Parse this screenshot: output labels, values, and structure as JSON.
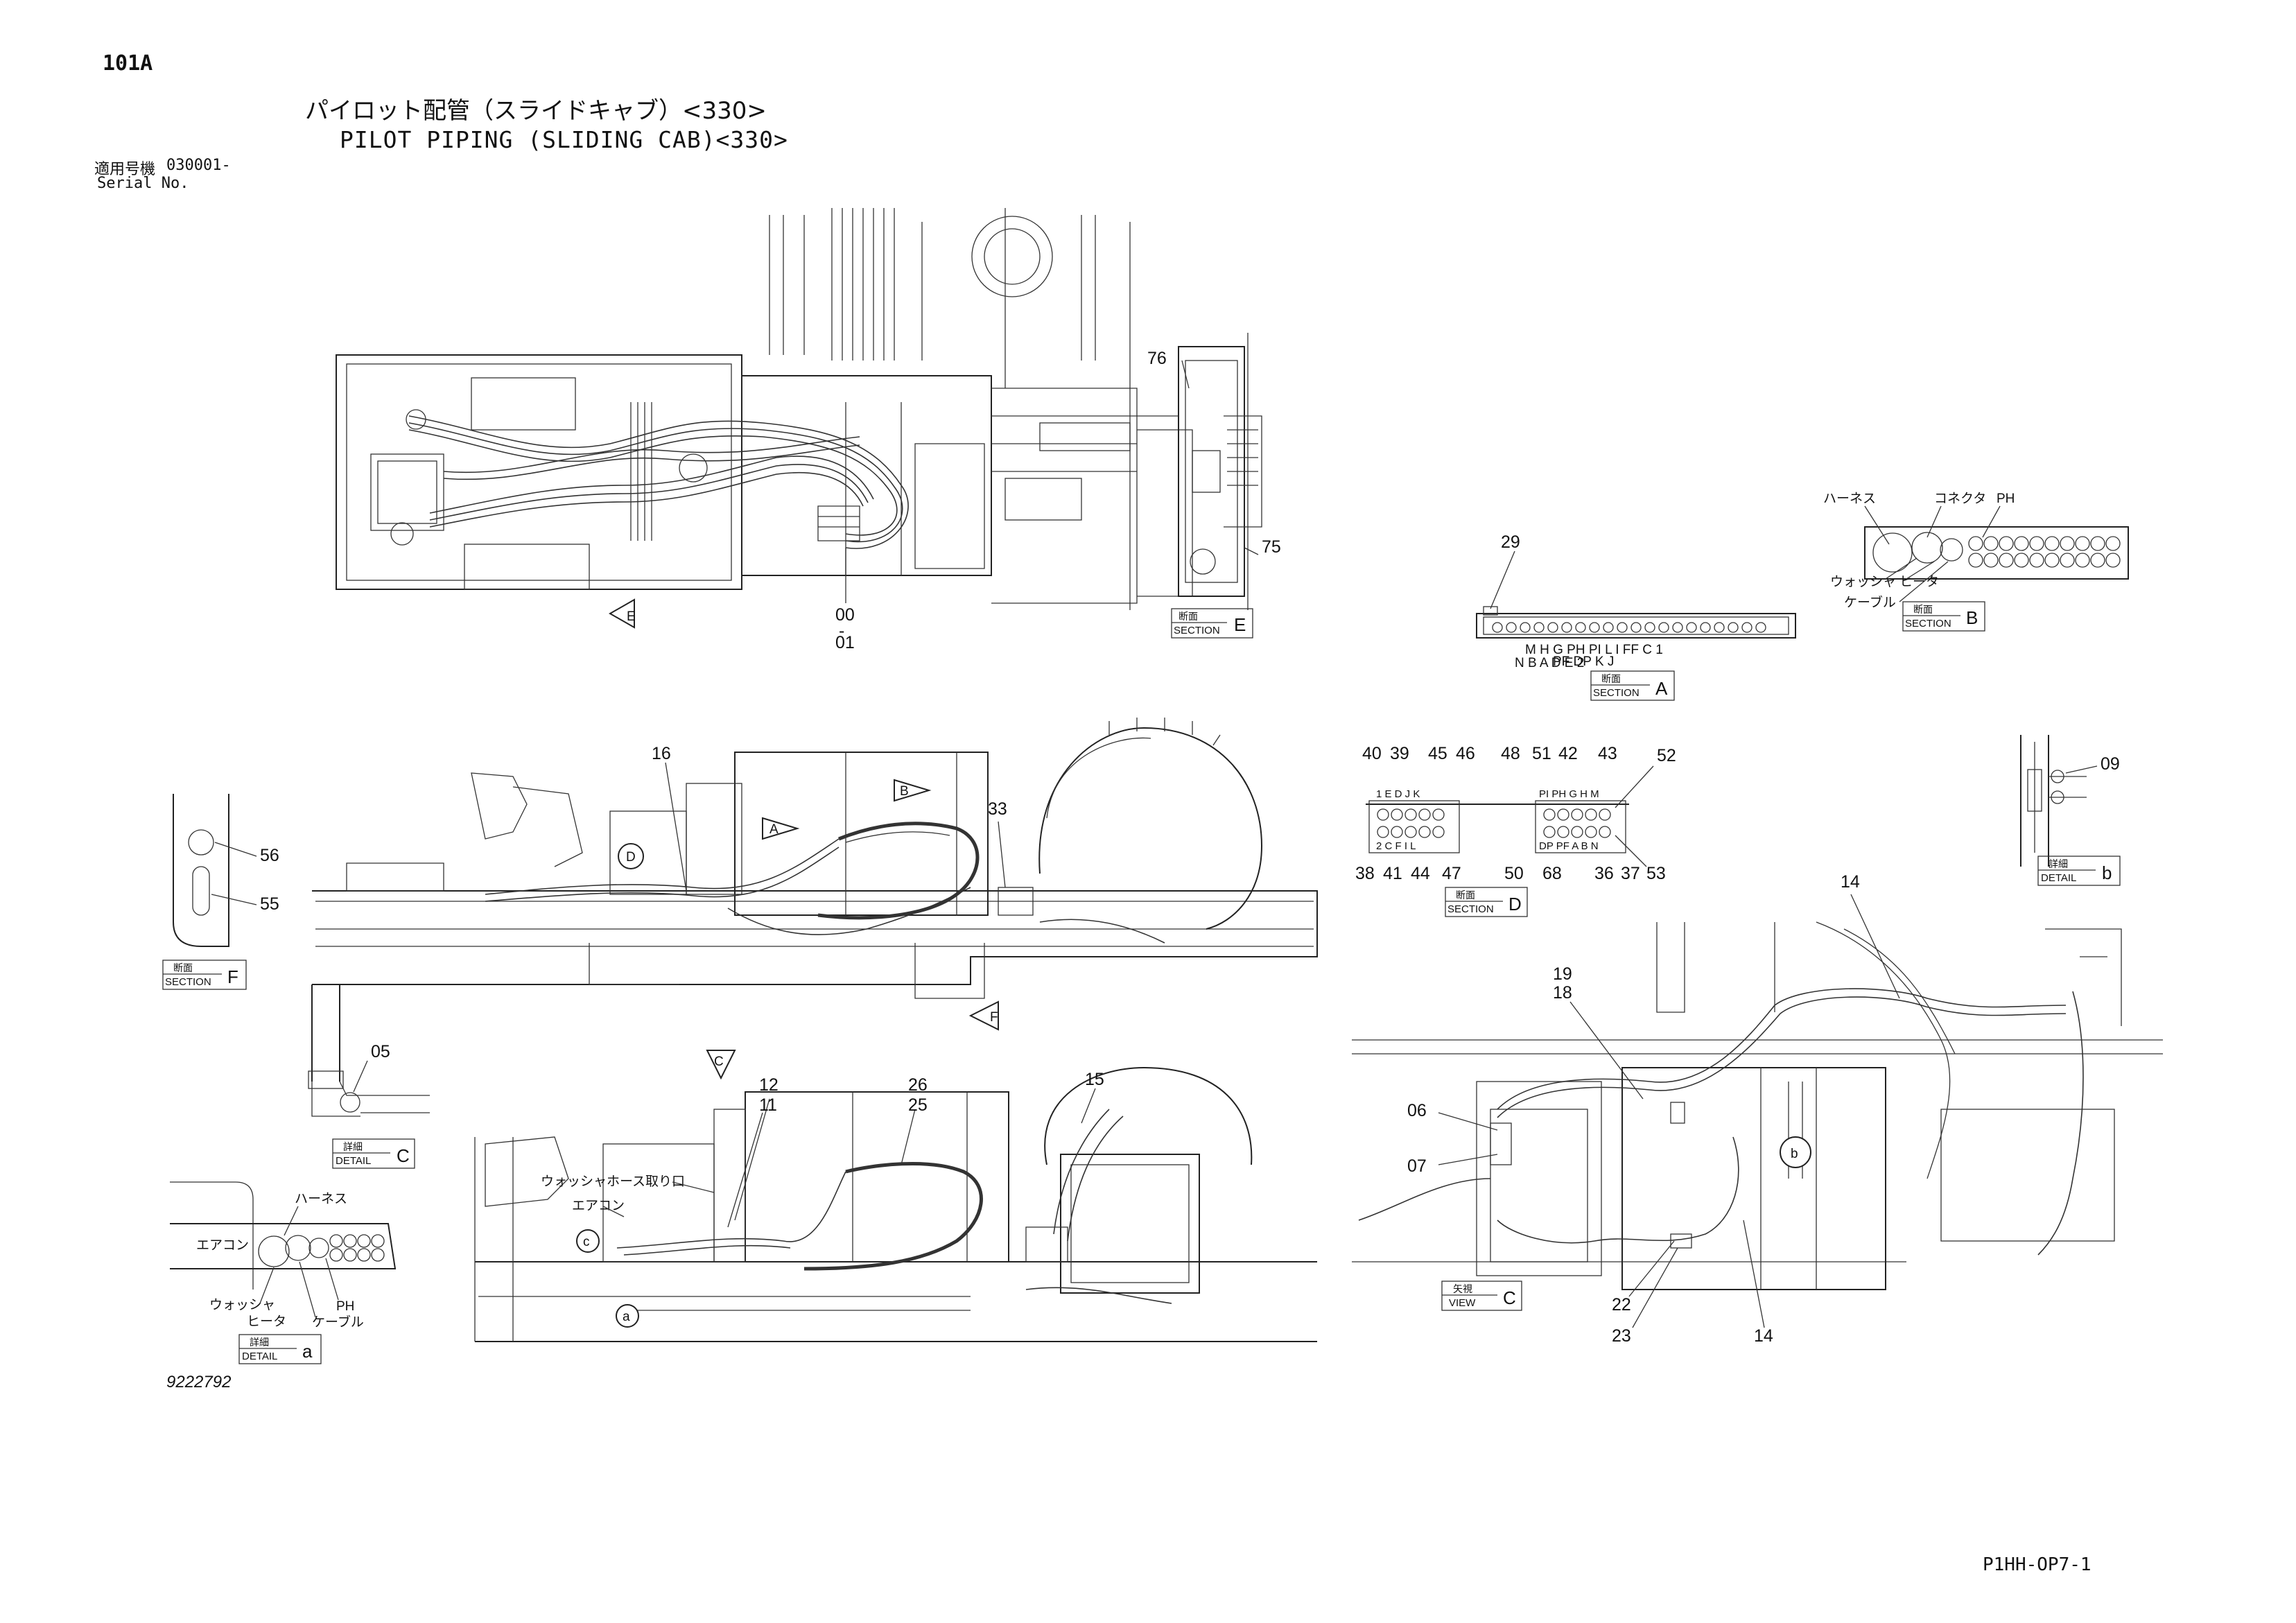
{
  "header": {
    "page_code": "101A",
    "title_jp": "パイロット配管（スライドキャブ）<330>",
    "title_en": "PILOT PIPING (SLIDING CAB)<330>",
    "serial_label_jp": "適用号機",
    "serial_label_en": "Serial No.",
    "serial_value": "030001-"
  },
  "footer": {
    "drawing_number": "9222792",
    "sheet_code": "P1HH-OP7-1"
  },
  "part_numbers": {
    "p00": "00",
    "p01": "01",
    "p75": "75",
    "p76": "76",
    "p29": "29",
    "p16": "16",
    "p33": "33",
    "p56": "56",
    "p55": "55",
    "p05": "05",
    "p12": "12",
    "p11": "11",
    "p26": "26",
    "p25": "25",
    "p15": "15",
    "p19": "19",
    "p18": "18",
    "p14a": "14",
    "p06": "06",
    "p07": "07",
    "p22": "22",
    "p23": "23",
    "p14b": "14",
    "p09": "09",
    "p40": "40",
    "p39": "39",
    "p45": "45",
    "p46": "46",
    "p48": "48",
    "p51": "51",
    "p42": "42",
    "p43": "43",
    "p52": "52",
    "p38": "38",
    "p41": "41",
    "p44": "44",
    "p47": "47",
    "p50": "50",
    "p68": "68",
    "p36": "36",
    "p37": "37",
    "p53": "53"
  },
  "section_labels": {
    "section_jp": "断面",
    "section_en": "SECTION",
    "detail_jp": "詳細",
    "detail_en": "DETAIL",
    "view_jp": "矢視",
    "view_en": "VIEW",
    "E": "E",
    "A": "A",
    "B": "B",
    "D": "D",
    "F": "F",
    "C": "C",
    "a": "a",
    "b": "b"
  },
  "view_arrows": {
    "E": "E",
    "A": "A",
    "B": "B",
    "D": "D",
    "F": "F",
    "C": "C",
    "c": "c",
    "a": "a",
    "b": "b"
  },
  "section_a_ports": {
    "top_row": "M  H  G  PH  PI  L   I   FF  C  1",
    "mid_row": "PF  DP  K   J",
    "bottom_row": "N   B   A          D   E   2"
  },
  "section_d_ports": {
    "top_left": "1  E  D  J  K",
    "top_right": "PI  PH  G  H  M",
    "bottom_left": "2  C  F  I  L",
    "bottom_right": "DP  PF  A  B  N"
  },
  "annotations": {
    "harness": "ハーネス",
    "connector": "コネクタ",
    "ph": "PH",
    "washer": "ウォッシャ",
    "heater": "ヒータ",
    "cable": "ケーブル",
    "washer_hose_outlet": "ウォッシャホース取り口",
    "aircon": "エアコン"
  }
}
